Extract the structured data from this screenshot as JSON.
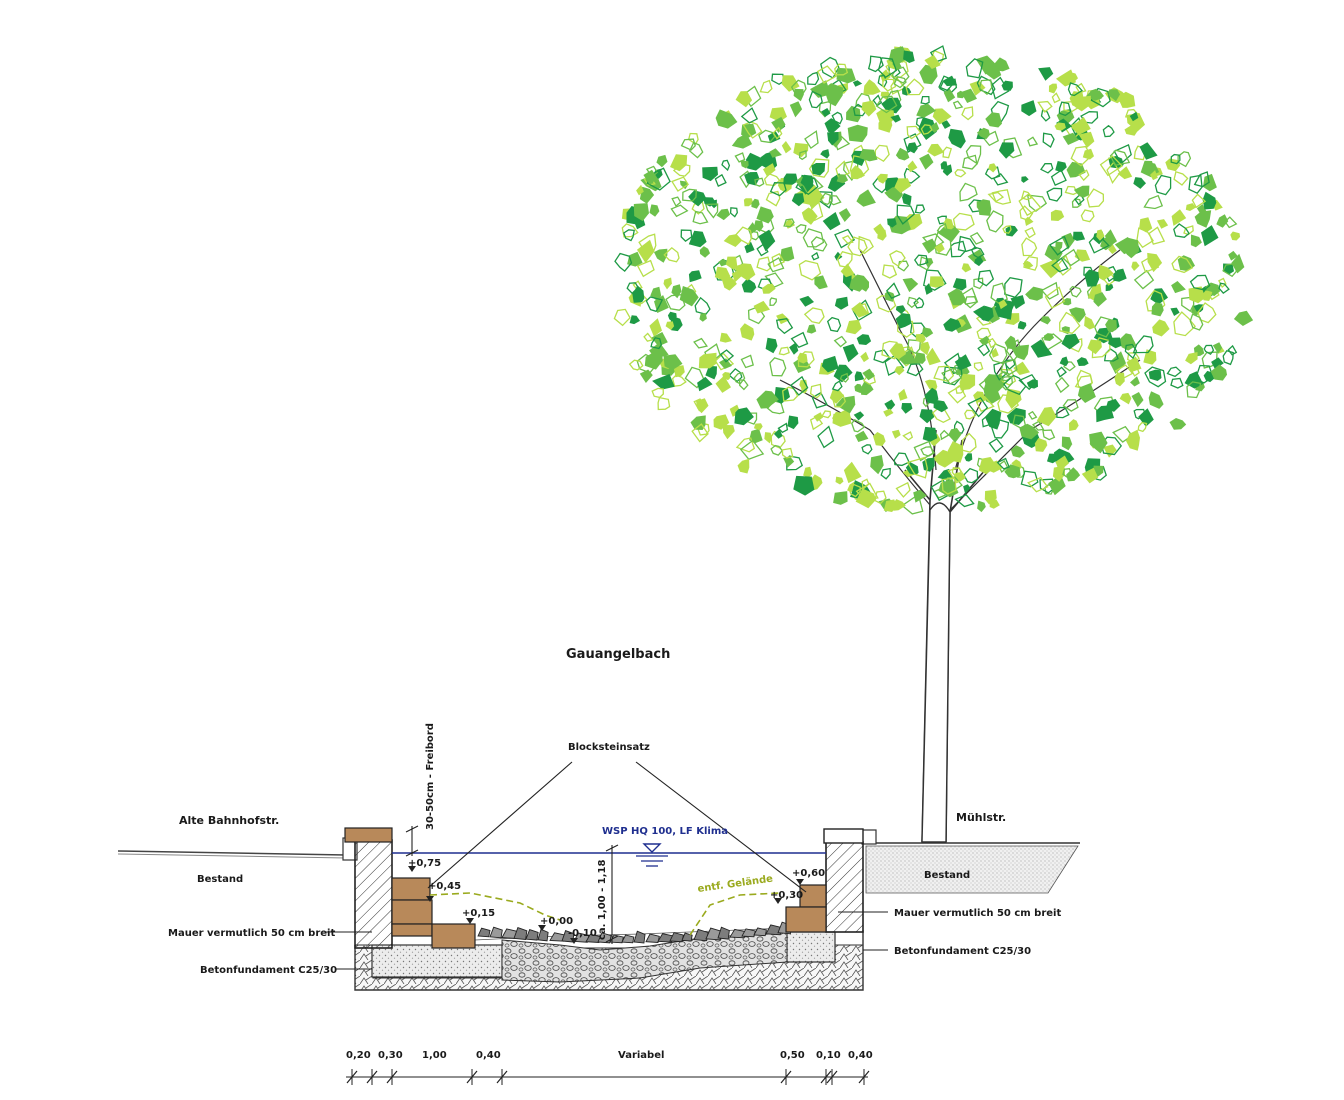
{
  "title": "Gauangelbach",
  "streets": {
    "left": "Alte Bahnhofstr.",
    "right": "Mühlstr."
  },
  "labels": {
    "blocksteinsatz": "Blocksteinsatz",
    "freibord": "30-50cm - Freibord",
    "wsp": "WSP HQ 100, LF Klima",
    "gelaende": "entf. Gelände",
    "depth": "ca. 1,00 - 1,18",
    "bestand_left": "Bestand",
    "bestand_right": "Bestand",
    "mauer_left": "Mauer vermutlich 50 cm breit",
    "mauer_right": "Mauer vermutlich 50 cm breit",
    "fundament_left": "Betonfundament C25/30",
    "fundament_right": "Betonfundament C25/30"
  },
  "elevations": [
    "+0,75",
    "+0,45",
    "+0,15",
    "+0,00",
    "-0,10",
    "+0,60",
    "+0,30"
  ],
  "dimensions": [
    "0,20",
    "0,30",
    "1,00",
    "0,40",
    "Variabel",
    "0,50",
    "0,10",
    "0,40"
  ],
  "colors": {
    "water": "#1f2f8f",
    "gelaende": "#9aaa1e",
    "stone": "#b8895a",
    "leaf_dark": "#1e9a45",
    "leaf_light": "#b7df4a",
    "leaf_mid": "#6cc04a"
  }
}
